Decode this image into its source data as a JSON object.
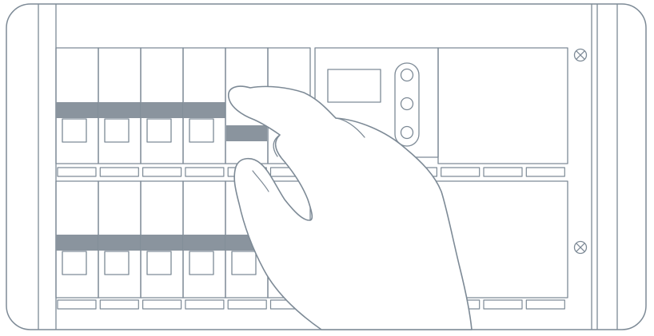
{
  "diagram": {
    "colors": {
      "line": "#7d8a96",
      "fill_gray": "#8a949e",
      "background": "#ffffff"
    },
    "top_row": {
      "breaker_count": 5,
      "switched_off_index": 4,
      "extra_modules": 1
    },
    "bottom_row": {
      "breaker_count": 5,
      "switched_off_index": -1,
      "extra_modules": 1
    },
    "label_strip_segments": 12,
    "panel_screws": 2,
    "meter_buttons": 3,
    "icons": [
      "screw-icon",
      "hand-icon"
    ]
  }
}
